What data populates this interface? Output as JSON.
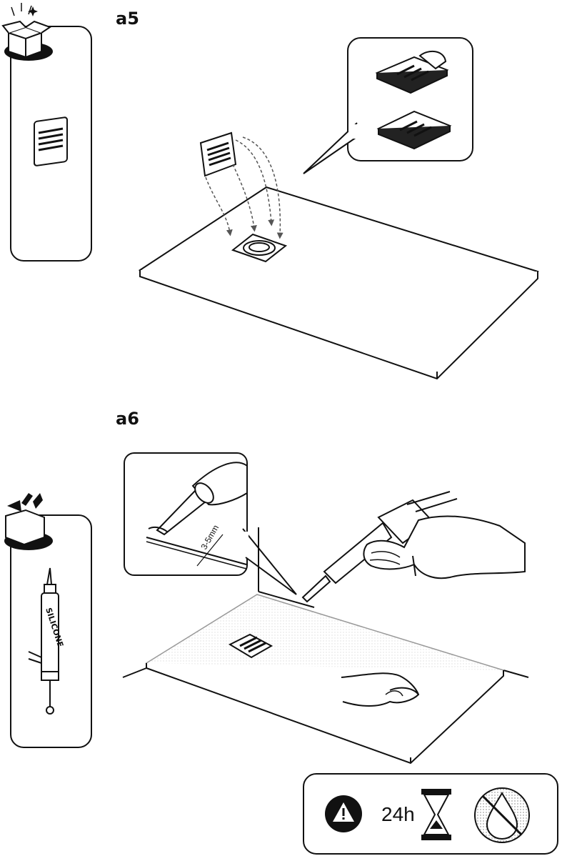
{
  "steps": [
    {
      "label": "a5"
    },
    {
      "label": "a6"
    }
  ],
  "callout": {
    "gap": "3-5mm"
  },
  "tube": {
    "text": "SILICONE"
  },
  "notice": {
    "cure_time": "24h",
    "icons": [
      "warning-icon",
      "hourglass-icon",
      "no-water-icon"
    ]
  }
}
